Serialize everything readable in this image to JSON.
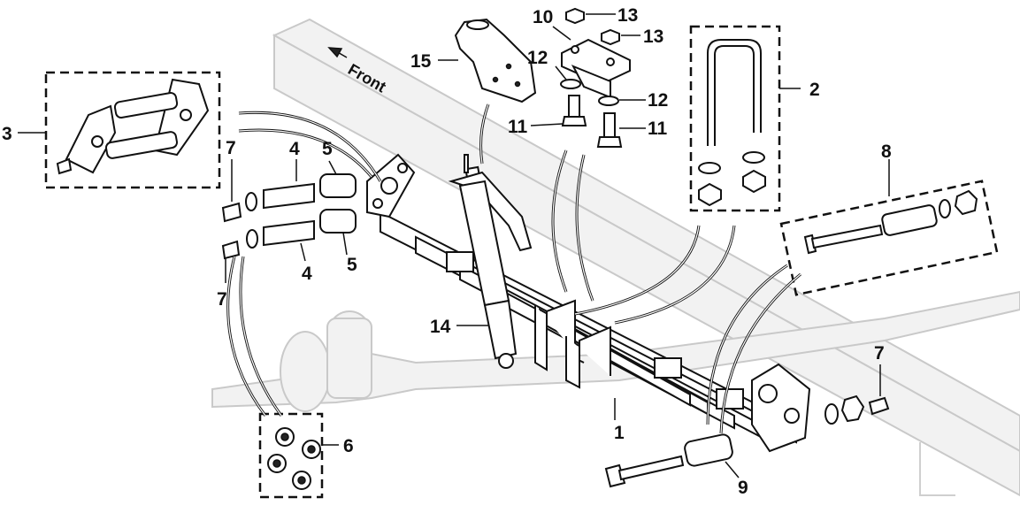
{
  "diagram": {
    "direction_label": "Front",
    "callouts": [
      {
        "id": "c1",
        "text": "1"
      },
      {
        "id": "c2",
        "text": "2"
      },
      {
        "id": "c3",
        "text": "3"
      },
      {
        "id": "c4a",
        "text": "4"
      },
      {
        "id": "c4b",
        "text": "4"
      },
      {
        "id": "c5a",
        "text": "5"
      },
      {
        "id": "c5b",
        "text": "5"
      },
      {
        "id": "c6",
        "text": "6"
      },
      {
        "id": "c7a",
        "text": "7"
      },
      {
        "id": "c7b",
        "text": "7"
      },
      {
        "id": "c7c",
        "text": "7"
      },
      {
        "id": "c8",
        "text": "8"
      },
      {
        "id": "c9",
        "text": "9"
      },
      {
        "id": "c10",
        "text": "10"
      },
      {
        "id": "c11a",
        "text": "11"
      },
      {
        "id": "c11b",
        "text": "11"
      },
      {
        "id": "c12a",
        "text": "12"
      },
      {
        "id": "c12b",
        "text": "12"
      },
      {
        "id": "c13a",
        "text": "13"
      },
      {
        "id": "c13b",
        "text": "13"
      },
      {
        "id": "c14",
        "text": "14"
      },
      {
        "id": "c15",
        "text": "15"
      }
    ]
  }
}
